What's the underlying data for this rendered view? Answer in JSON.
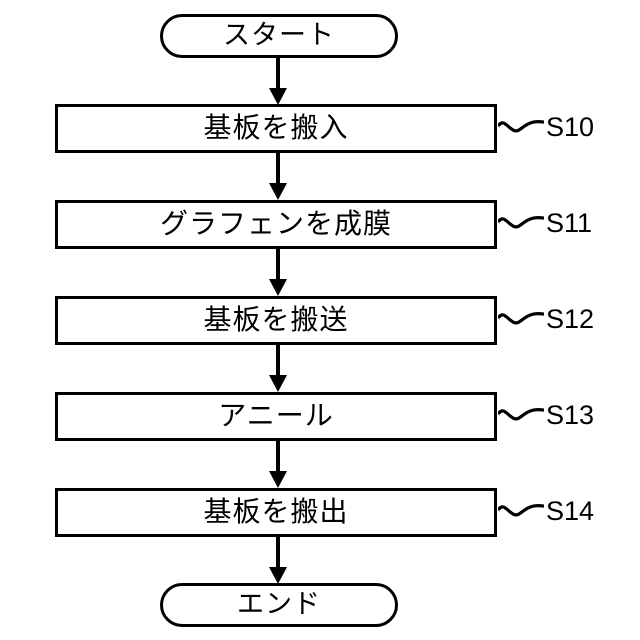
{
  "diagram": {
    "title": "graphene-film-process-flowchart",
    "orientation": "vertical",
    "background_color": "#ffffff",
    "line_color": "#000000",
    "start_node": {
      "shape": "stadium",
      "label": "スタート"
    },
    "end_node": {
      "shape": "stadium",
      "label": "エンド"
    },
    "steps": [
      {
        "label": "基板を搬入",
        "tag": "S10",
        "shape": "rectangle"
      },
      {
        "label": "グラフェンを成膜",
        "tag": "S11",
        "shape": "rectangle"
      },
      {
        "label": "基板を搬送",
        "tag": "S12",
        "shape": "rectangle"
      },
      {
        "label": "アニール",
        "tag": "S13",
        "shape": "rectangle"
      },
      {
        "label": "基板を搬出",
        "tag": "S14",
        "shape": "rectangle"
      }
    ],
    "connectors": {
      "type": "arrow-down",
      "count": 6,
      "arrowhead": "solid-triangle"
    },
    "tag_connector_icon": "tilde-squiggle"
  }
}
